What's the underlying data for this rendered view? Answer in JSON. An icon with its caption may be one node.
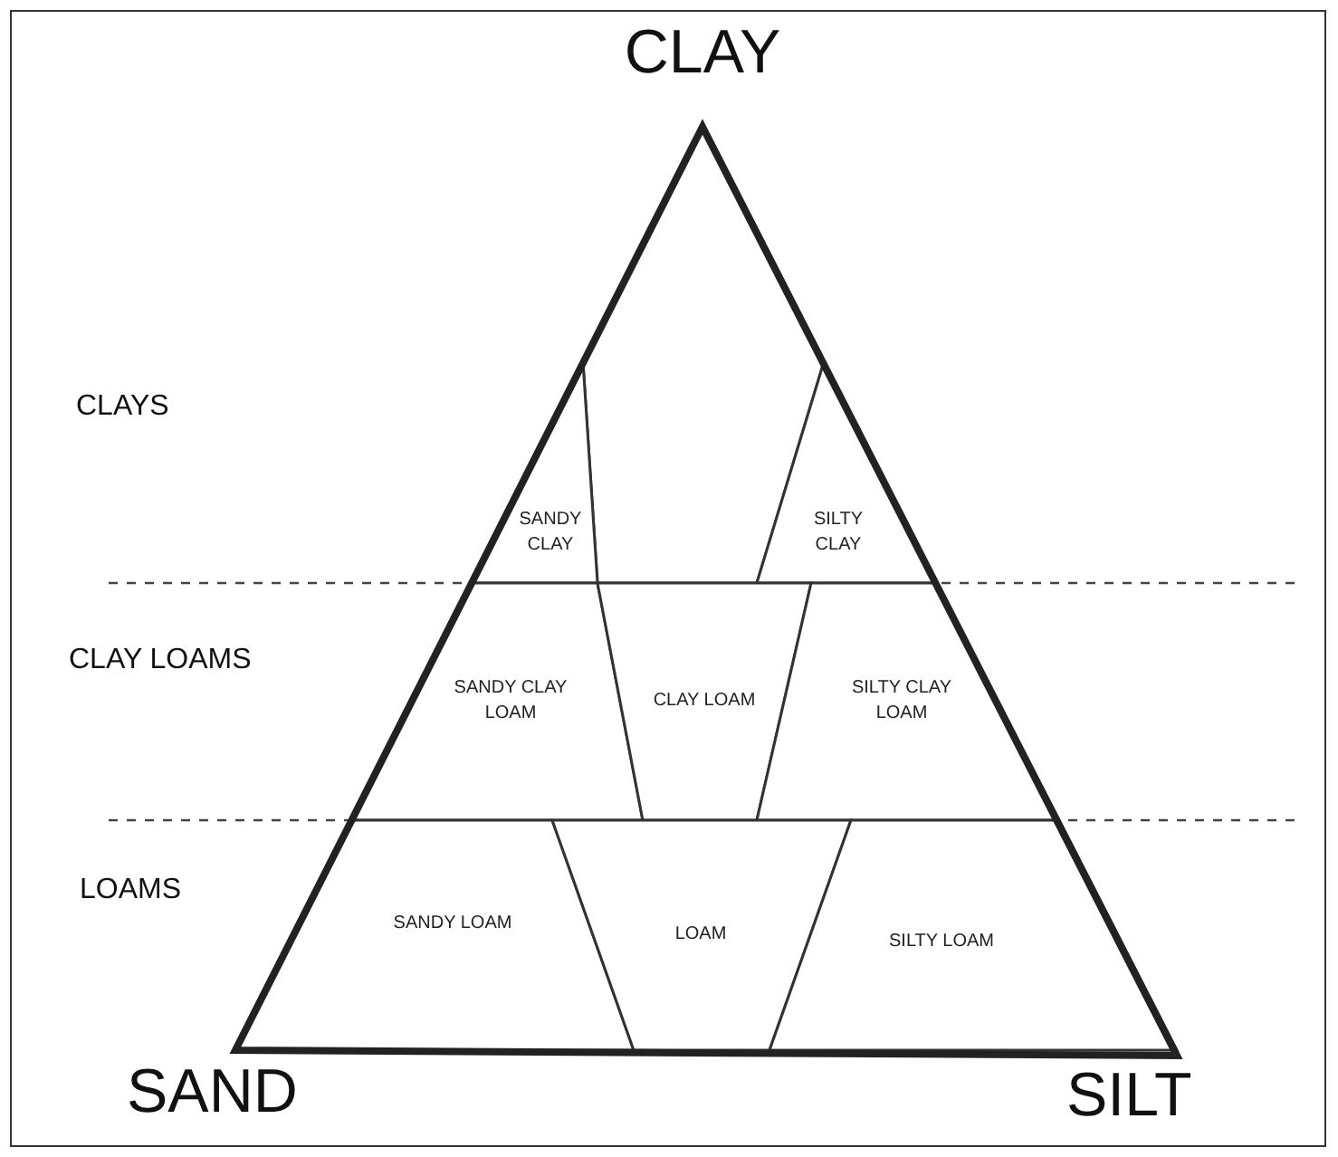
{
  "diagram": {
    "nodes": [
      {
        "text": [],
        "shape": "triangle"
      },
      {
        "text": [
          "SANDY CLAY"
        ]
      },
      {
        "text": [
          "SILTY CLAY"
        ]
      },
      {
        "text": [
          "SANDY CLAY LOAM"
        ]
      },
      {
        "text": [
          "CLAY LOAM"
        ]
      },
      {
        "text": [
          "SILTY CLAY LOAM"
        ]
      },
      {
        "text": [
          "SANDY LOAM"
        ]
      },
      {
        "text": [
          "LOAM"
        ]
      },
      {
        "text": [
          "SILTY LOAM"
        ]
      }
    ],
    "labels": [
      "CLAY",
      "CLAYS",
      "CLAY LOAMS",
      "LOAMS",
      "SAND",
      "SILT"
    ]
  }
}
